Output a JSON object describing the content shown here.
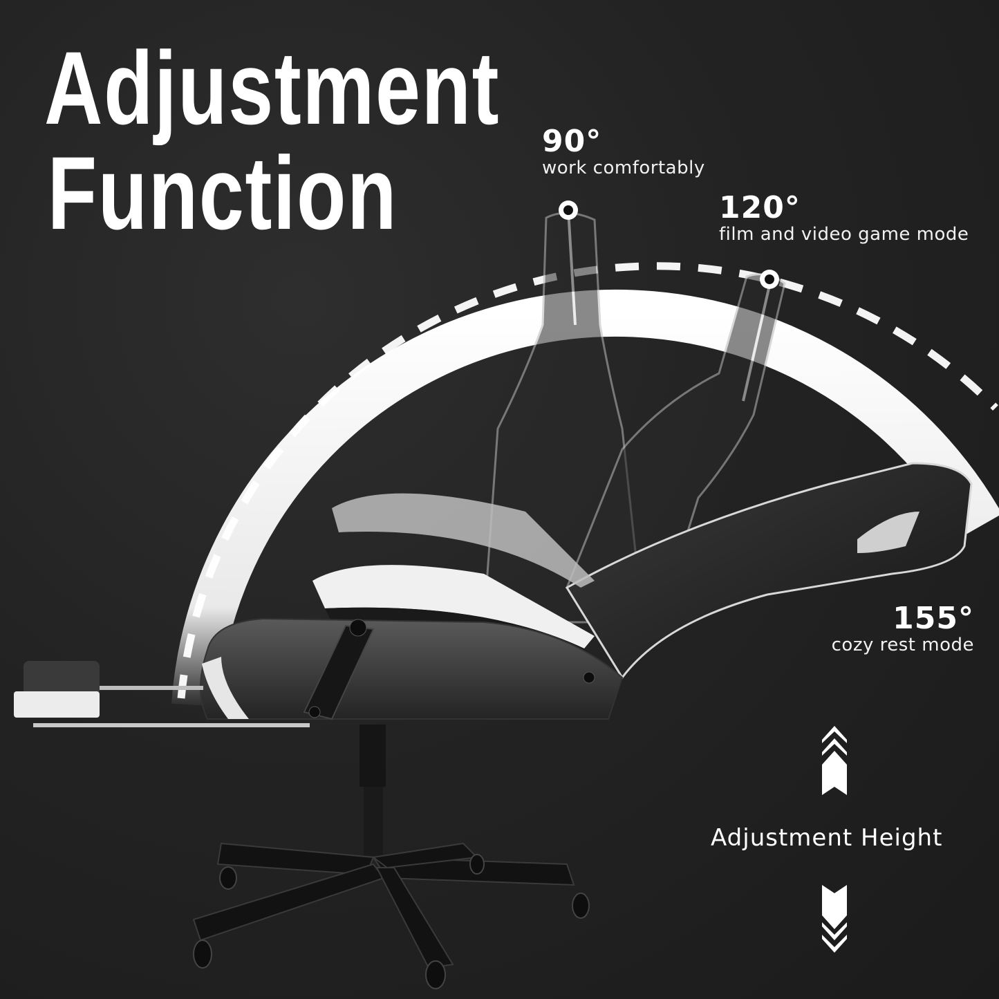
{
  "title": {
    "line1": "Adjustment",
    "line2": "Function"
  },
  "angles": [
    {
      "degree": "90°",
      "description": "work comfortably"
    },
    {
      "degree": "120°",
      "description": "film and video game mode"
    },
    {
      "degree": "155°",
      "description": "cozy rest mode"
    }
  ],
  "height": {
    "label": "Adjustment Height",
    "up_icon": "triple-chevron-up-icon",
    "down_icon": "triple-chevron-down-icon"
  },
  "product": {
    "subject": "reclining gaming chair with footrest",
    "colors": {
      "upholstery": "#2b2b2b",
      "accent_trim": "#e8e8e8",
      "frame": "#111111"
    }
  },
  "colors": {
    "background": "#1f1f1f",
    "text": "#ffffff",
    "arc": "#ffffff"
  }
}
